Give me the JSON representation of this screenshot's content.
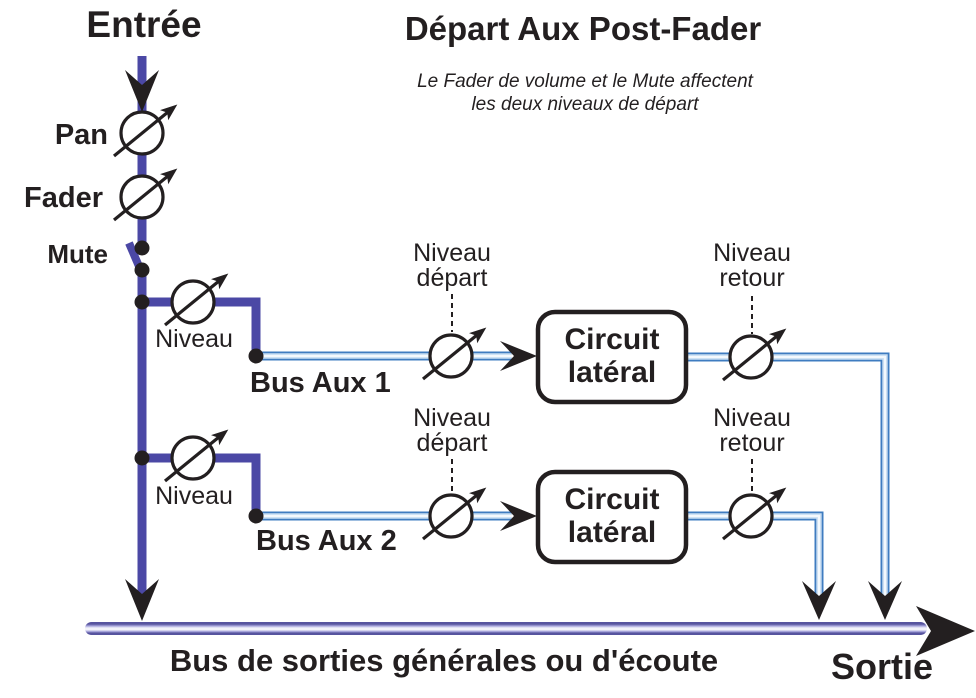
{
  "title": "Départ Aux Post-Fader",
  "subtitle": {
    "line1": "Le Fader de volume et le Mute affectent",
    "line2": "les deux niveaux de départ"
  },
  "input": {
    "label": "Entrée"
  },
  "channel": {
    "pan": "Pan",
    "fader": "Fader",
    "mute": "Mute"
  },
  "aux_sends": [
    {
      "level": "Niveau",
      "bus": "Bus Aux 1",
      "send_line1": "Niveau",
      "send_line2": "départ",
      "insert_line1": "Circuit",
      "insert_line2": "latéral",
      "return_line1": "Niveau",
      "return_line2": "retour"
    },
    {
      "level": "Niveau",
      "bus": "Bus Aux 2",
      "send_line1": "Niveau",
      "send_line2": "départ",
      "insert_line1": "Circuit",
      "insert_line2": "latéral",
      "return_line1": "Niveau",
      "return_line2": "retour"
    }
  ],
  "output_bus": {
    "label": "Bus de sorties générales ou d'écoute"
  },
  "output": {
    "label": "Sortie"
  },
  "colors": {
    "signal_line_purple": "#4b48a5",
    "aux_bus_blue": "#3f7cc0",
    "ink_black": "#231f20"
  }
}
